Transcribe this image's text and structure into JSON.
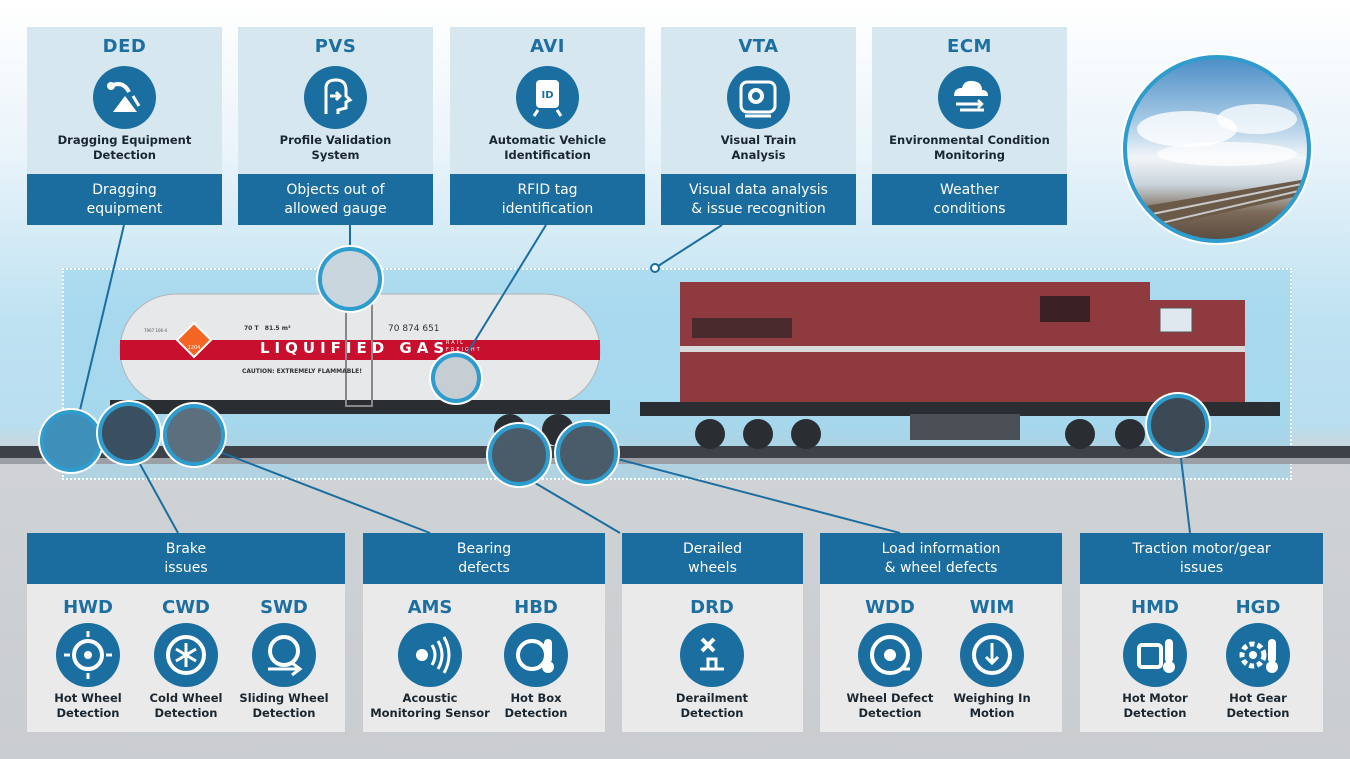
{
  "top_cards": [
    {
      "abbr": "DED",
      "name": "Dragging Equipment\nDetection",
      "issue": "Dragging\nequipment",
      "icon": "dragging-equipment-icon"
    },
    {
      "abbr": "PVS",
      "name": "Profile Validation\nSystem",
      "issue": "Objects out of\nallowed gauge",
      "icon": "profile-validation-icon"
    },
    {
      "abbr": "AVI",
      "name": "Automatic Vehicle\nIdentification",
      "issue": "RFID tag\nidentification",
      "icon": "id-train-icon"
    },
    {
      "abbr": "VTA",
      "name": "Visual Train\nAnalysis",
      "issue": "Visual data analysis\n& issue recognition",
      "icon": "camera-icon"
    },
    {
      "abbr": "ECM",
      "name": "Environmental Condition\nMonitoring",
      "issue": "Weather\nconditions",
      "icon": "cloud-wind-icon"
    }
  ],
  "bottom_panels": [
    {
      "title": "Brake\nissues",
      "sensors": [
        {
          "abbr": "HWD",
          "label": "Hot Wheel\nDetection",
          "icon": "hot-wheel-icon"
        },
        {
          "abbr": "CWD",
          "label": "Cold Wheel\nDetection",
          "icon": "cold-wheel-icon"
        },
        {
          "abbr": "SWD",
          "label": "Sliding Wheel\nDetection",
          "icon": "sliding-wheel-icon"
        }
      ]
    },
    {
      "title": "Bearing\ndefects",
      "sensors": [
        {
          "abbr": "AMS",
          "label": "Acoustic\nMonitoring Sensor",
          "icon": "acoustic-sensor-icon"
        },
        {
          "abbr": "HBD",
          "label": "Hot Box\nDetection",
          "icon": "hot-box-icon"
        }
      ]
    },
    {
      "title": "Derailed\nwheels",
      "sensors": [
        {
          "abbr": "DRD",
          "label": "Derailment\nDetection",
          "icon": "derailment-icon"
        }
      ]
    },
    {
      "title": "Load information\n& wheel defects",
      "sensors": [
        {
          "abbr": "WDD",
          "label": "Wheel Defect\nDetection",
          "icon": "wheel-defect-icon"
        },
        {
          "abbr": "WIM",
          "label": "Weighing In\nMotion",
          "icon": "weighing-icon"
        }
      ]
    },
    {
      "title": "Traction motor/gear\nissues",
      "sensors": [
        {
          "abbr": "HMD",
          "label": "Hot Motor\nDetection",
          "icon": "hot-motor-icon"
        },
        {
          "abbr": "HGD",
          "label": "Hot Gear\nDetection",
          "icon": "hot-gear-icon"
        }
      ]
    }
  ],
  "tank_car": {
    "brand": "LIQUIFIED GAS",
    "sub": "RAIL\nFREIGHT",
    "number": "70 874 651",
    "caution": "CAUTION: EXTREMELY FLAMMABLE!",
    "hazard_code": "1204",
    "capacity": "70 T   81.5 m³",
    "small_code": "7967 106-4"
  },
  "colors": {
    "accent": "#1a6d9e",
    "icon_bg": "#1b6fa0",
    "locomotive": "#8f3a3f",
    "stripe": "#c8102e"
  }
}
